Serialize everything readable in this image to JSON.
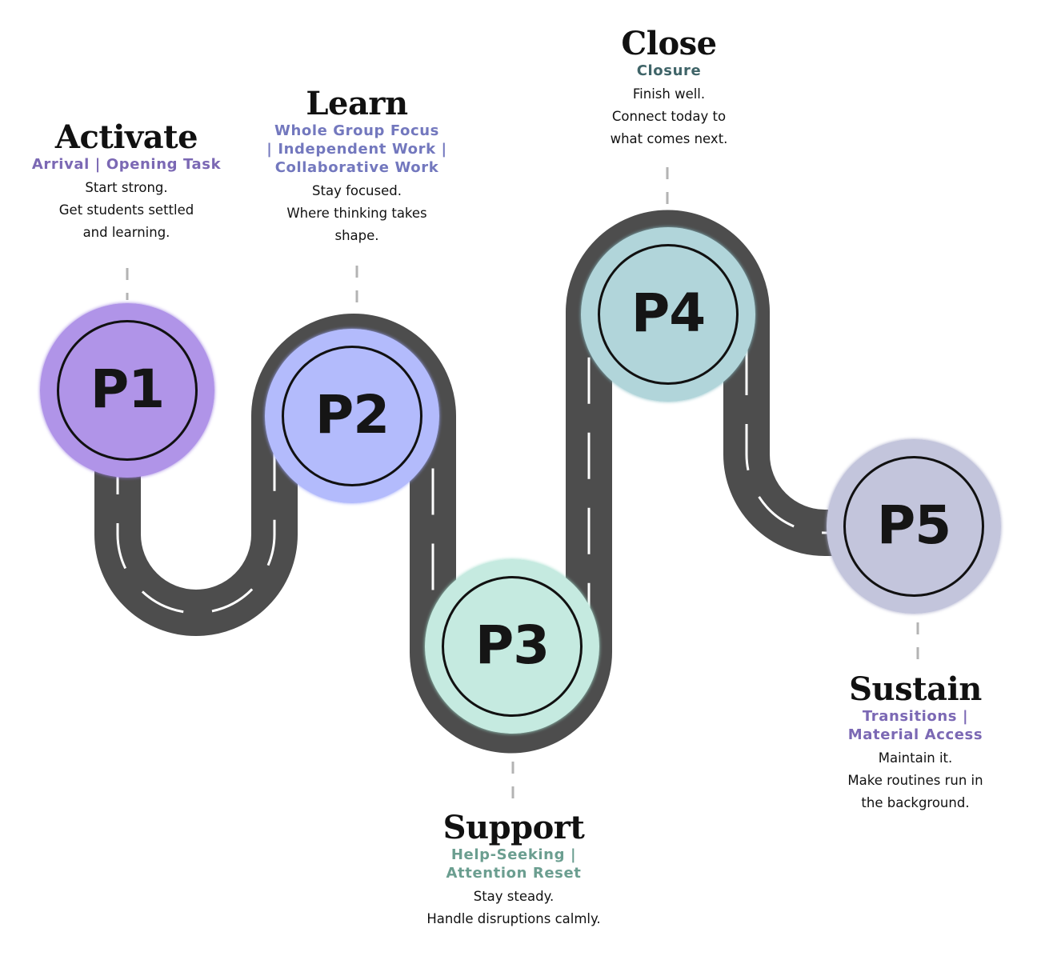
{
  "diagram": {
    "type": "roadmap",
    "road_color": "#4d4d4d",
    "lane_marking_color": "#ffffff",
    "connector_color": "#b3b3b3",
    "phases": [
      {
        "id": "P1",
        "title": "Activate",
        "subtitle": "Arrival | Opening Task",
        "subtitle_color": "#7b68b4",
        "description": [
          "Start strong.",
          "Get students settled",
          "and learning."
        ],
        "circle_color": "#b094e8",
        "circle_edge_color": "#9b7de0"
      },
      {
        "id": "P2",
        "title": "Learn",
        "subtitle": "Whole Group Focus | Independent Work | Collaborative Work",
        "subtitle_lines": [
          "Whole Group Focus",
          "| Independent Work |",
          "Collaborative Work"
        ],
        "subtitle_color": "#7378be",
        "description": [
          "Stay focused.",
          "Where thinking takes",
          "shape."
        ],
        "circle_color": "#b3bbfc",
        "circle_edge_color": "#9aa4f8"
      },
      {
        "id": "P3",
        "title": "Support",
        "subtitle": "Help-Seeking | Attention Reset",
        "subtitle_lines": [
          "Help-Seeking |",
          "Attention Reset"
        ],
        "subtitle_color": "#6b9e90",
        "description": [
          "Stay steady.",
          "Handle disruptions calmly."
        ],
        "circle_color": "#c5eae0",
        "circle_edge_color": "#9fdccb"
      },
      {
        "id": "P4",
        "title": "Close",
        "subtitle": "Closure",
        "subtitle_color": "#3f6468",
        "description": [
          "Finish well.",
          "Connect today to",
          "what comes next."
        ],
        "circle_color": "#b1d5da",
        "circle_edge_color": "#86bcc4"
      },
      {
        "id": "P5",
        "title": "Sustain",
        "subtitle": "Transitions | Material Access",
        "subtitle_lines": [
          "Transitions |",
          "Material Access"
        ],
        "subtitle_color": "#7b68b4",
        "description": [
          "Maintain it.",
          "Make routines run in",
          "the background."
        ],
        "circle_color": "#c3c5dc",
        "circle_edge_color": "#a6a8c8"
      }
    ]
  }
}
